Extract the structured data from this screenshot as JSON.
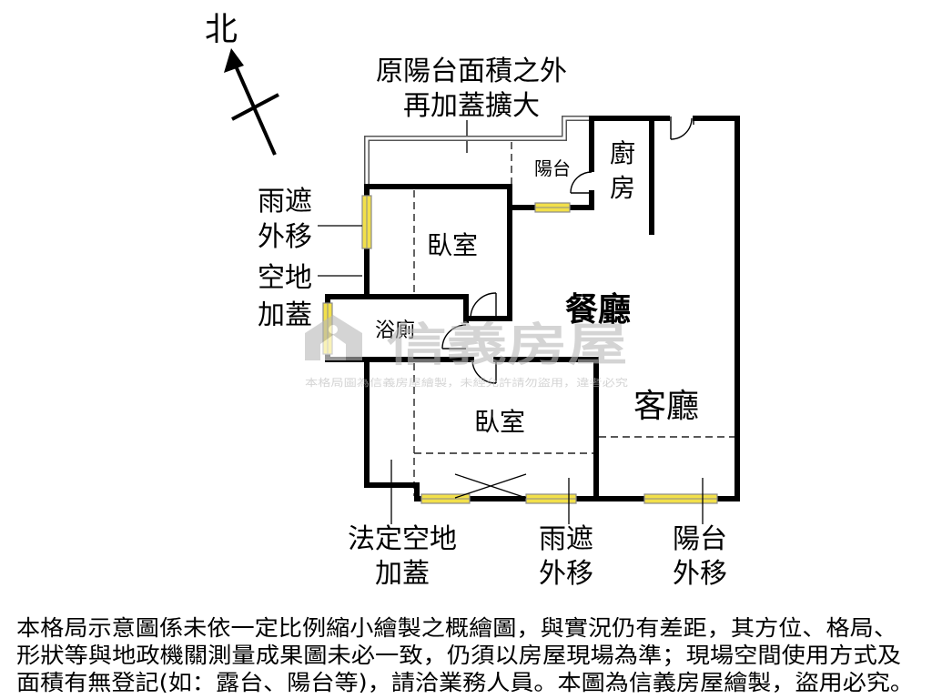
{
  "compass": {
    "north_label": "北"
  },
  "annotations": {
    "top_note": [
      "原陽台面積之外",
      "再加蓋擴大"
    ],
    "left_rain_cover": [
      "雨遮",
      "外移"
    ],
    "left_open_space": [
      "空地",
      "加蓋"
    ],
    "bottom_legal_space": [
      "法定空地",
      "加蓋"
    ],
    "bottom_rain_cover": [
      "雨遮",
      "外移"
    ],
    "bottom_balcony": [
      "陽台",
      "外移"
    ]
  },
  "rooms": {
    "balcony": "陽台",
    "kitchen": [
      "廚",
      "房"
    ],
    "bedroom_upper": "臥室",
    "bathroom": "浴廁",
    "dining": "餐廳",
    "living": "客廳",
    "bedroom_lower": "臥室"
  },
  "watermark": {
    "brand": "信義房屋",
    "notice": "本格局圖為信義房屋繪製，未經允許請勿盜用，違者必究",
    "logo_icon": "house-logo-icon"
  },
  "disclaimer": [
    "本格局示意圖係未依一定比例縮小繪製之概繪圖，與實況仍有差距，其方位、格局、",
    "形狀等與地政機關測量成果圖未必一致，仍須以房屋現場為準；現場空間使用方式及",
    "面積有無登記(如：露台、陽台等)，請洽業務人員。本圖為信義房屋繪製，盜用必究。"
  ],
  "colors": {
    "wall": "#000000",
    "window": "#f2e04a",
    "window_edge": "#8a8a8a",
    "watermark": "#b9b9b9",
    "ink": "#000000"
  }
}
